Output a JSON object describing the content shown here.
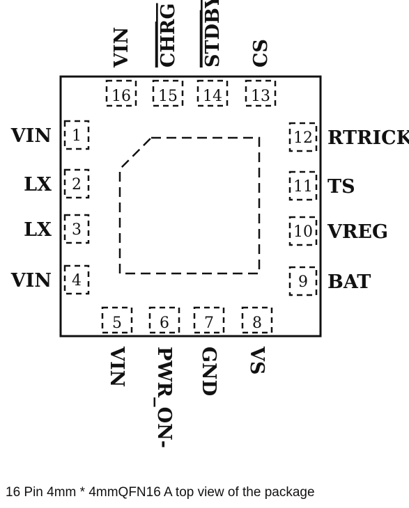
{
  "pins": {
    "top": [
      {
        "num": "16",
        "label": "VIN",
        "overline": false
      },
      {
        "num": "15",
        "label": "CHRG",
        "overline": true
      },
      {
        "num": "14",
        "label": "STDBY",
        "overline": true
      },
      {
        "num": "13",
        "label": "CS",
        "overline": false
      }
    ],
    "left": [
      {
        "num": "1",
        "label": "VIN"
      },
      {
        "num": "2",
        "label": "LX"
      },
      {
        "num": "3",
        "label": "LX"
      },
      {
        "num": "4",
        "label": "VIN"
      }
    ],
    "right": [
      {
        "num": "12",
        "label": "RTRICK"
      },
      {
        "num": "11",
        "label": "TS"
      },
      {
        "num": "10",
        "label": "VREG"
      },
      {
        "num": "9",
        "label": "BAT"
      }
    ],
    "bottom": [
      {
        "num": "5",
        "label": "VIN"
      },
      {
        "num": "6",
        "label": "PWR_ON-"
      },
      {
        "num": "7",
        "label": "GND"
      },
      {
        "num": "8",
        "label": "VS"
      }
    ]
  },
  "caption": "16 Pin 4mm * 4mmQFN16 A top view of the package",
  "colors": {
    "ink": "#111111",
    "background": "#ffffff"
  }
}
